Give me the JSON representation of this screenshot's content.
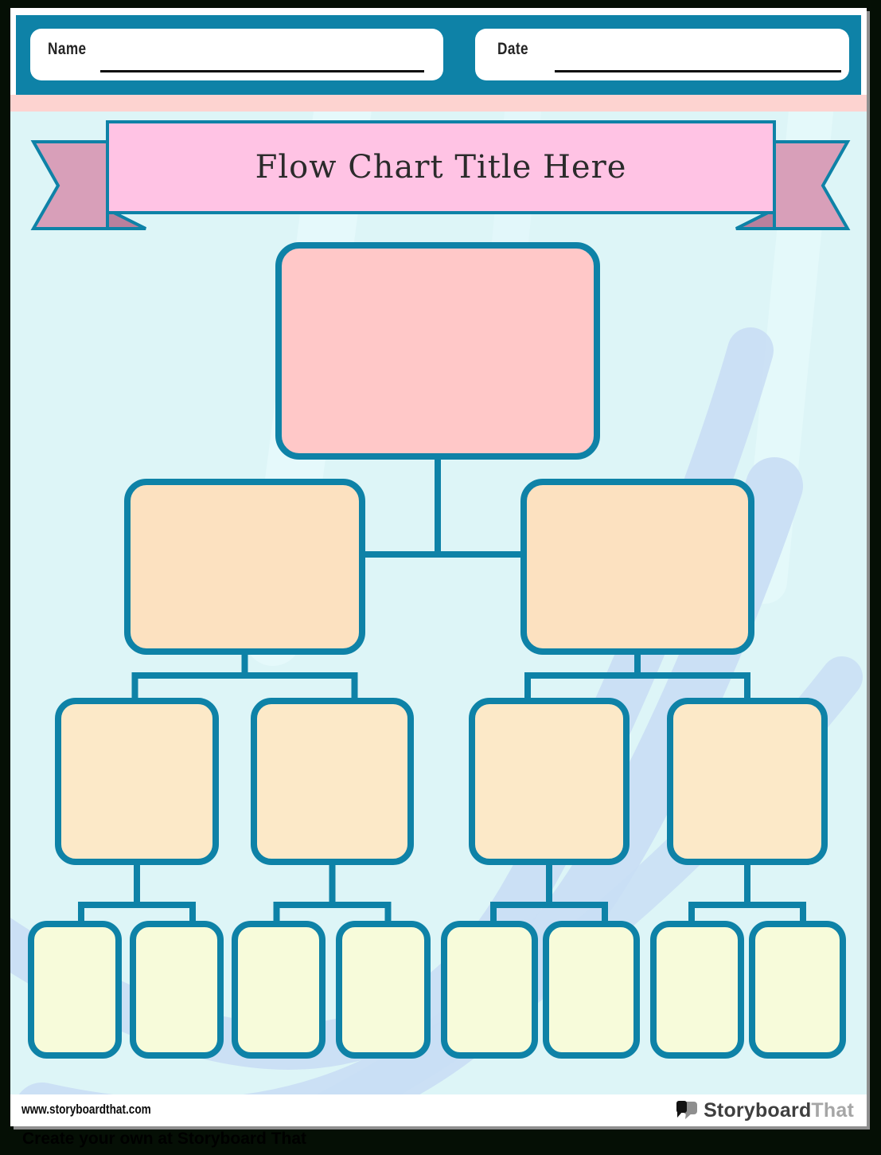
{
  "header": {
    "name_label": "Name",
    "date_label": "Date"
  },
  "banner": {
    "title": "Flow Chart Title Here"
  },
  "flowchart": {
    "nodes": [
      {
        "id": "l1-1",
        "level": 1,
        "label": ""
      },
      {
        "id": "l2-1",
        "level": 2,
        "label": ""
      },
      {
        "id": "l2-2",
        "level": 2,
        "label": ""
      },
      {
        "id": "l3-1",
        "level": 3,
        "label": ""
      },
      {
        "id": "l3-2",
        "level": 3,
        "label": ""
      },
      {
        "id": "l3-3",
        "level": 3,
        "label": ""
      },
      {
        "id": "l3-4",
        "level": 3,
        "label": ""
      },
      {
        "id": "l4-1",
        "level": 4,
        "label": ""
      },
      {
        "id": "l4-2",
        "level": 4,
        "label": ""
      },
      {
        "id": "l4-3",
        "level": 4,
        "label": ""
      },
      {
        "id": "l4-4",
        "level": 4,
        "label": ""
      },
      {
        "id": "l4-5",
        "level": 4,
        "label": ""
      },
      {
        "id": "l4-6",
        "level": 4,
        "label": ""
      },
      {
        "id": "l4-7",
        "level": 4,
        "label": ""
      }
    ]
  },
  "footer": {
    "website": "www.storyboardthat.com",
    "logo_primary": "Storyboard",
    "logo_secondary": "That"
  },
  "bottom_bar": {
    "text": "Create your own at Storyboard That"
  },
  "colors": {
    "teal": "#0e82a7",
    "pink-stripe": "#fdd3d0",
    "bg": "#ddf5f7",
    "stripe-blue": "#c9def4",
    "stripe-light": "#e9fbfd",
    "banner-pink": "#ffc3e4",
    "ribbon": "#d89fb9",
    "ribbon-fold": "#b9809d",
    "l1": "#ffc8c8",
    "l2": "#fce1c0",
    "l3": "#fce9c8",
    "l4": "#f7fbda"
  }
}
